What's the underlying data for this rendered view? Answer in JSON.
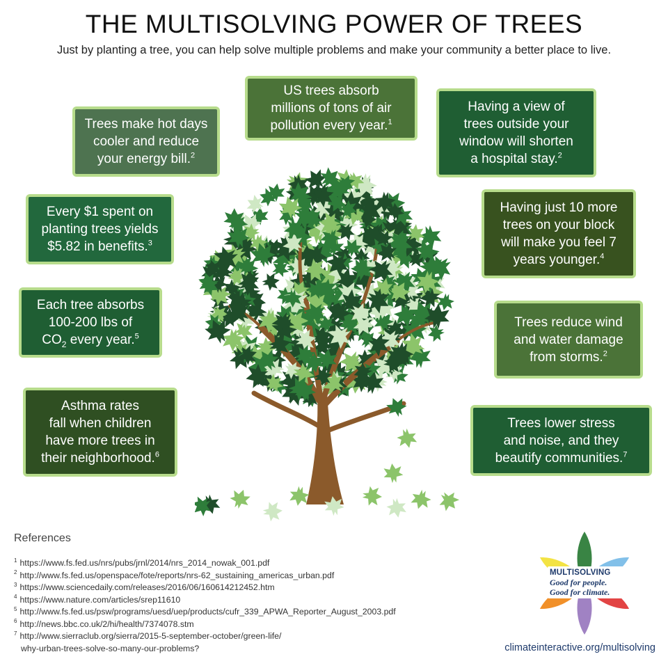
{
  "header": {
    "title": "THE MULTISOLVING POWER OF TREES",
    "subtitle": "Just by planting a tree, you can help solve multiple problems and make your community a better place to live."
  },
  "facts": [
    {
      "id": "hot-days",
      "lines": [
        "Trees make hot days",
        "cooler and reduce",
        "your energy bill."
      ],
      "ref": "2",
      "color": "#4e7350"
    },
    {
      "id": "air-pollution",
      "lines": [
        "US trees absorb",
        "millions of tons of air",
        "pollution every year."
      ],
      "ref": "1",
      "color": "#4b7338"
    },
    {
      "id": "hospital-stay",
      "lines": [
        "Having a view of",
        "trees outside your",
        "window will shorten",
        "a hospital stay."
      ],
      "ref": "2",
      "color": "#1f5e33"
    },
    {
      "id": "dollar-benefits",
      "lines": [
        "Every $1 spent on",
        "planting trees yields",
        "$5.82 in benefits."
      ],
      "ref": "3",
      "color": "#22683d"
    },
    {
      "id": "feel-younger",
      "lines": [
        "Having just 10 more",
        "trees on your block",
        "will make you feel 7",
        "years younger."
      ],
      "ref": "4",
      "color": "#38521f"
    },
    {
      "id": "co2",
      "lines": [
        "Each tree absorbs",
        "100-200 lbs of"
      ],
      "co2_prefix": "CO",
      "co2_sub": "2",
      "co2_suffix": " every year.",
      "ref": "5",
      "color": "#1f5e33"
    },
    {
      "id": "storms",
      "lines": [
        "Trees reduce wind",
        "and water damage",
        "from storms."
      ],
      "ref": "2",
      "color": "#4b7338"
    },
    {
      "id": "asthma",
      "lines": [
        "Asthma rates",
        "fall when children",
        "have more trees in",
        "their neighborhood."
      ],
      "ref": "6",
      "color": "#2f4f22"
    },
    {
      "id": "stress-noise",
      "lines": [
        "Trees lower stress",
        "and noise, and they",
        "beautify communities."
      ],
      "ref": "7",
      "color": "#1f5e33"
    }
  ],
  "references": {
    "title": "References",
    "items": [
      {
        "n": "1",
        "url": "https://www.fs.fed.us/nrs/pubs/jrnl/2014/nrs_2014_nowak_001.pdf"
      },
      {
        "n": "2",
        "url": "http://www.fs.fed.us/openspace/fote/reports/nrs-62_sustaining_americas_urban.pdf"
      },
      {
        "n": "3",
        "url": "https://www.sciencedaily.com/releases/2016/06/160614212452.htm"
      },
      {
        "n": "4",
        "url": "https://www.nature.com/articles/srep11610"
      },
      {
        "n": "5",
        "url": "http://www.fs.fed.us/psw/programs/uesd/uep/products/cufr_339_APWA_Reporter_August_2003.pdf"
      },
      {
        "n": "6",
        "url": "http://news.bbc.co.uk/2/hi/health/7374078.stm"
      },
      {
        "n": "7",
        "url": "http://www.sierraclub.org/sierra/2015-5-september-october/green-life/",
        "continuation": "why-urban-trees-solve-so-many-our-problems?"
      }
    ]
  },
  "logo": {
    "brand": "MULTISOLVING",
    "tagline_1": "Good for people.",
    "tagline_2": "Good for climate.",
    "petal_colors": [
      "#2e7d3a",
      "#7bbde8",
      "#e03a3a",
      "#9b7bc0",
      "#f08a1e",
      "#f2e23a"
    ]
  },
  "footer": {
    "site": "climateinteractive.org/multisolving"
  },
  "palette": {
    "box_border": "#b7dc8c",
    "trunk": "#8b5a2b",
    "leaf_dark": "#1f4d2a",
    "leaf_mid": "#2e7d3a",
    "leaf_light": "#8cc46a",
    "leaf_pale": "#cfe8c4"
  }
}
